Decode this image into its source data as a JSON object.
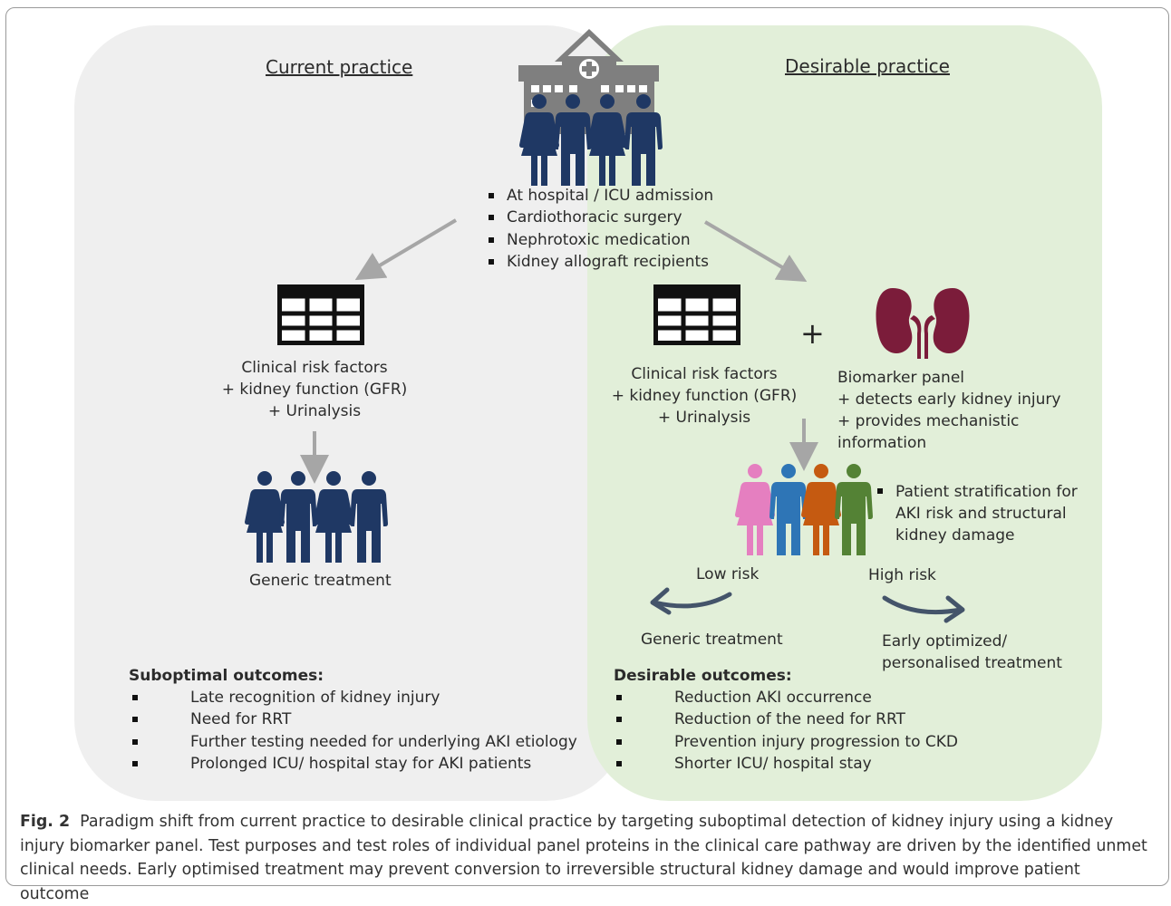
{
  "headings": {
    "current": "Current practice",
    "desirable": "Desirable practice"
  },
  "triggers": [
    "At hospital / ICU admission",
    "Cardiothoracic surgery",
    "Nephrotoxic medication",
    "Kidney allograft recipients"
  ],
  "current": {
    "risk_lines": [
      "Clinical risk factors",
      "+ kidney function (GFR)",
      "+ Urinalysis"
    ],
    "treatment": "Generic treatment",
    "outcomes_title": "Suboptimal outcomes:",
    "outcomes": [
      "Late recognition of kidney injury",
      "Need for RRT",
      "Further testing needed for underlying AKI etiology",
      "Prolonged ICU/ hospital stay for AKI patients"
    ]
  },
  "desirable": {
    "risk_lines": [
      "Clinical risk factors",
      "+ kidney function (GFR)",
      "+ Urinalysis"
    ],
    "plus": "+",
    "biomarker_lines": [
      "Biomarker panel",
      "+ detects early kidney injury",
      "+ provides mechanistic",
      "information"
    ],
    "stratification_lines": [
      "Patient stratification for",
      "AKI risk and structural",
      "kidney damage"
    ],
    "low_risk": "Low risk",
    "high_risk": "High risk",
    "low_treatment": "Generic treatment",
    "high_treatment_lines": [
      "Early optimized/",
      "personalised treatment"
    ],
    "outcomes_title": "Desirable outcomes:",
    "outcomes": [
      "Reduction AKI occurrence",
      "Reduction of the need for RRT",
      "Prevention injury progression to CKD",
      "Shorter ICU/ hospital stay"
    ]
  },
  "caption": {
    "label": "Fig. 2",
    "text": "Paradigm shift from current practice to desirable clinical practice by targeting suboptimal detection of kidney injury using a kidney injury biomarker panel. Test purposes and test roles of individual panel proteins in the clinical care pathway are driven by the identified unmet clinical needs. Early optimised treatment may prevent conversion to irreversible structural kidney damage and would improve patient outcome"
  },
  "colors": {
    "left_panel": "#efefef",
    "right_panel": "#e2efd9",
    "navy_people": "#1f3864",
    "hospital_gray": "#7f7f7f",
    "kidney": "#7b1c3a",
    "arrow_gray": "#a6a6a6",
    "person_pink": "#e57fc0",
    "person_blue": "#2e75b6",
    "person_orange": "#c55a11",
    "person_green": "#548235",
    "curve_arrow": "#44546a"
  }
}
